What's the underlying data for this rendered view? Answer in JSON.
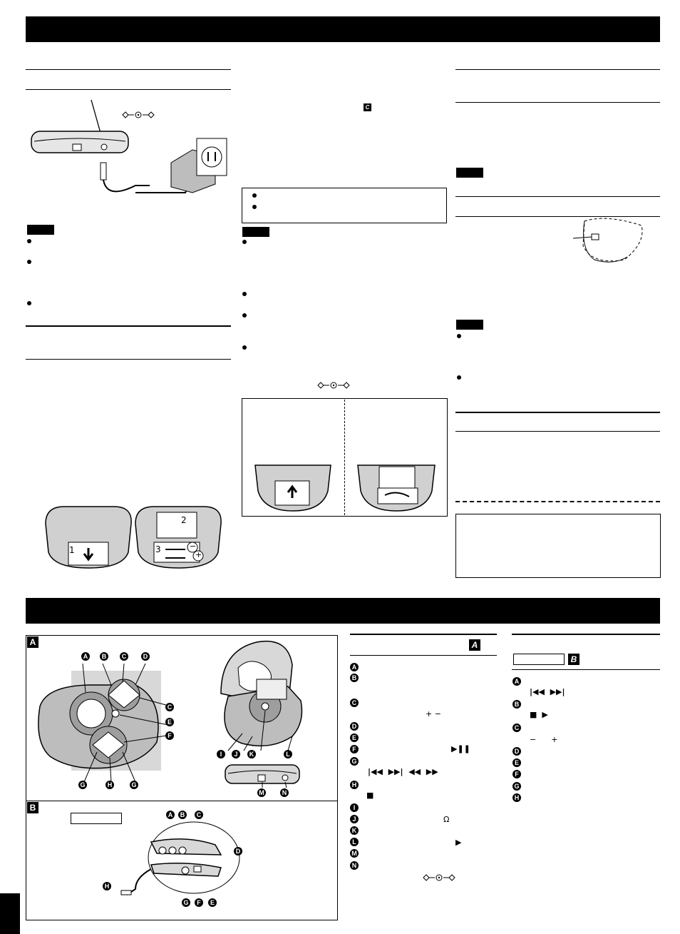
{
  "section_labels": {
    "part_a": "A",
    "part_b": "B",
    "part_c_ref": "C"
  },
  "callouts": {
    "main": [
      "A",
      "B",
      "C",
      "D",
      "E",
      "F",
      "G",
      "H",
      "I",
      "J",
      "K",
      "L",
      "M",
      "N"
    ],
    "remote": [
      "A",
      "B",
      "C",
      "D",
      "E",
      "F",
      "G",
      "H"
    ]
  },
  "battery_steps": [
    "1",
    "2",
    "3"
  ],
  "polarity": [
    "−",
    "+"
  ],
  "control_symbols": {
    "play_pause": "▶❚❚",
    "skip_row": "|◀◀  ▶▶|  ◀◀  ▶▶",
    "stop": "■",
    "vol": "+  −",
    "headphone": "Ω",
    "play": "▶",
    "remote_skip": "|◀◀  ▶▶|",
    "remote_stop_play": "■  ▶",
    "remote_vol": "−      +"
  },
  "colors": {
    "header_bar": "#000000",
    "diagram_shade": "#d8d8d8",
    "device_body": "#bdbdbd"
  }
}
